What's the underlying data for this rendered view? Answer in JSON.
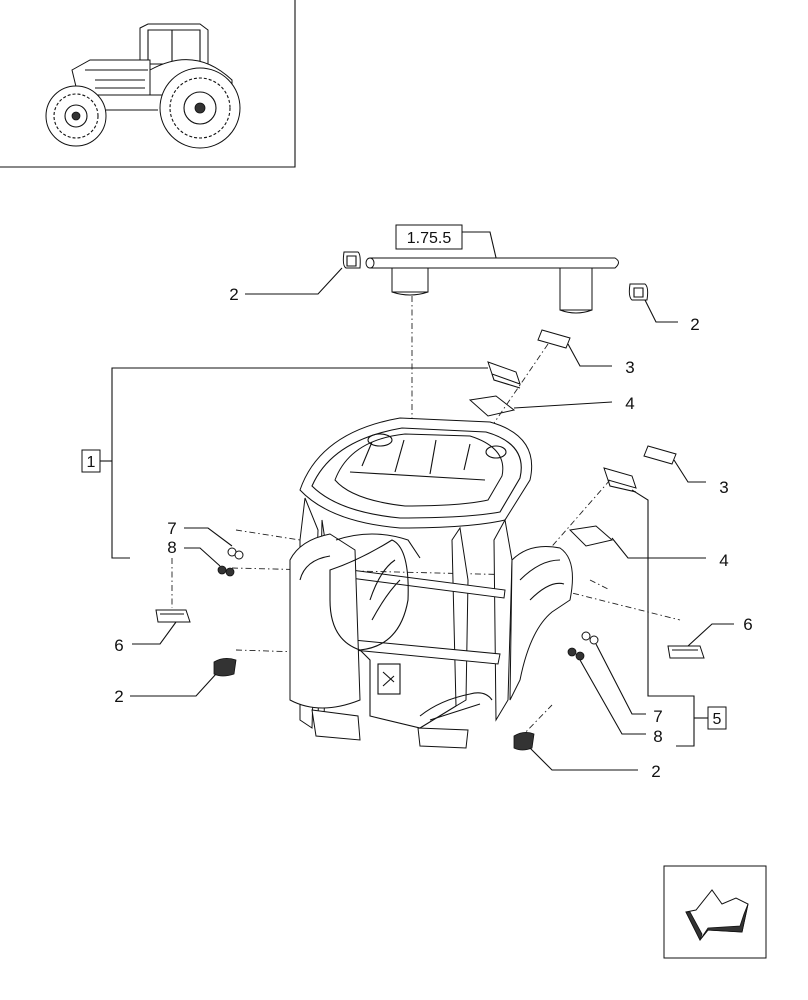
{
  "diagram": {
    "reference_boxes": [
      {
        "id": "ref-1-75-5",
        "text": "1.75.5"
      },
      {
        "id": "ref-1",
        "text": "1"
      },
      {
        "id": "ref-5",
        "text": "5"
      }
    ],
    "callouts": [
      {
        "id": "c-2-top-left",
        "text": "2"
      },
      {
        "id": "c-2-top-right",
        "text": "2"
      },
      {
        "id": "c-3-upper",
        "text": "3"
      },
      {
        "id": "c-4-upper",
        "text": "4"
      },
      {
        "id": "c-3-lower",
        "text": "3"
      },
      {
        "id": "c-4-lower",
        "text": "4"
      },
      {
        "id": "c-7-left",
        "text": "7"
      },
      {
        "id": "c-8-left",
        "text": "8"
      },
      {
        "id": "c-6-left",
        "text": "6"
      },
      {
        "id": "c-6-right",
        "text": "6"
      },
      {
        "id": "c-2-mid-left",
        "text": "2"
      },
      {
        "id": "c-7-right",
        "text": "7"
      },
      {
        "id": "c-8-right",
        "text": "8"
      },
      {
        "id": "c-2-bottom-right",
        "text": "2"
      }
    ]
  },
  "icons": {
    "thumbnail": "tractor-icon",
    "navigation": "arrow-left-down-icon"
  }
}
